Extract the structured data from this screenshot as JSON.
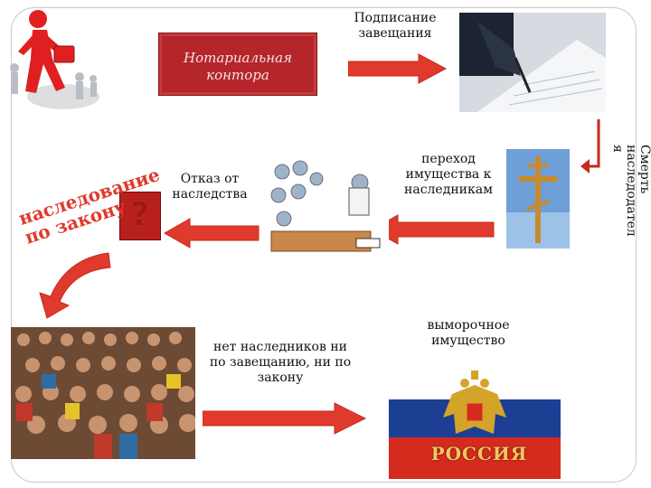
{
  "labels": {
    "notary": "Нотариальная контора",
    "signing": "Подписание завещания",
    "death_lines": [
      "Смерть",
      "наследодател",
      "я"
    ],
    "transfer": "переход имущества к наследникам",
    "refusal": "Отказ от наследства",
    "law_lines": [
      "наследование",
      "по закону"
    ],
    "question": "?",
    "no_heirs": "нет наследников ни по завещанию, ни по закону",
    "escheat": "выморочное имущество",
    "russia": "РОССИЯ"
  },
  "colors": {
    "arrow": "#e03a2c",
    "banner": "#b5262b",
    "flag_white": "#ffffff",
    "flag_blue": "#1c3f94",
    "flag_red": "#d52b1e"
  },
  "icons": {
    "runner": "running-man-icon",
    "signing": "signing-document-icon",
    "cross": "orthodox-cross-icon",
    "meeting": "meeting-cartoon-icon",
    "crowd": "crowd-photo-icon",
    "flag": "russian-flag-emblem-icon"
  }
}
